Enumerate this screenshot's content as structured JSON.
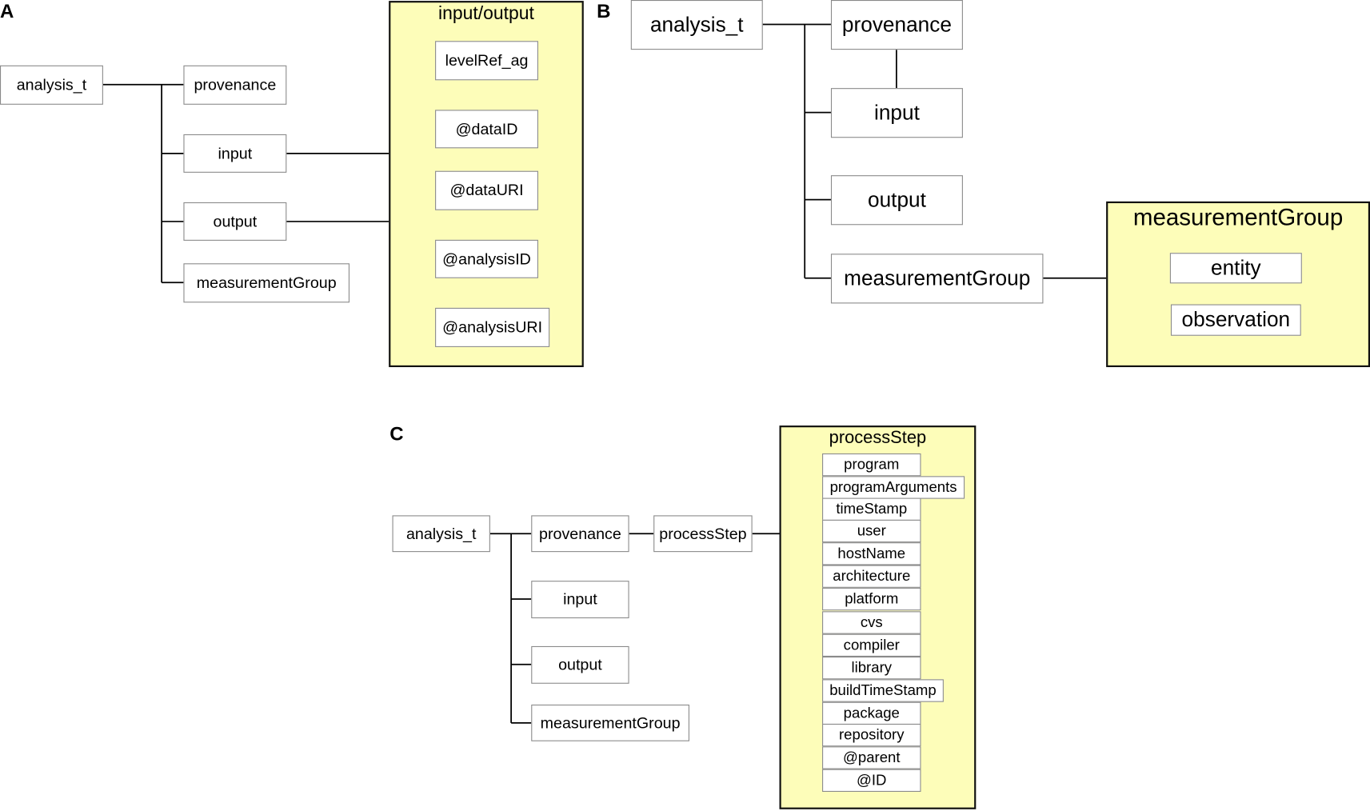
{
  "panel_a": {
    "label": "A",
    "root": "analysis_t",
    "children": [
      "provenance",
      "input",
      "output",
      "measurementGroup"
    ],
    "group_title": "input/output",
    "group_items": [
      "levelRef_ag",
      "@dataID",
      "@dataURI",
      "@analysisID",
      "@analysisURI"
    ]
  },
  "panel_b": {
    "label": "B",
    "root": "analysis_t",
    "children": [
      "provenance",
      "input",
      "output",
      "measurementGroup"
    ],
    "group_title": "measurementGroup",
    "group_items": [
      "entity",
      "observation"
    ]
  },
  "panel_c": {
    "label": "C",
    "root": "analysis_t",
    "children": [
      "provenance",
      "input",
      "output",
      "measurementGroup"
    ],
    "step": "processStep",
    "group_title": "processStep",
    "group_items": [
      "program",
      "programArguments",
      "timeStamp",
      "user",
      "hostName",
      "architecture",
      "platform",
      "cvs",
      "compiler",
      "library",
      "buildTimeStamp",
      "package",
      "repository",
      "@parent",
      "@ID"
    ]
  }
}
